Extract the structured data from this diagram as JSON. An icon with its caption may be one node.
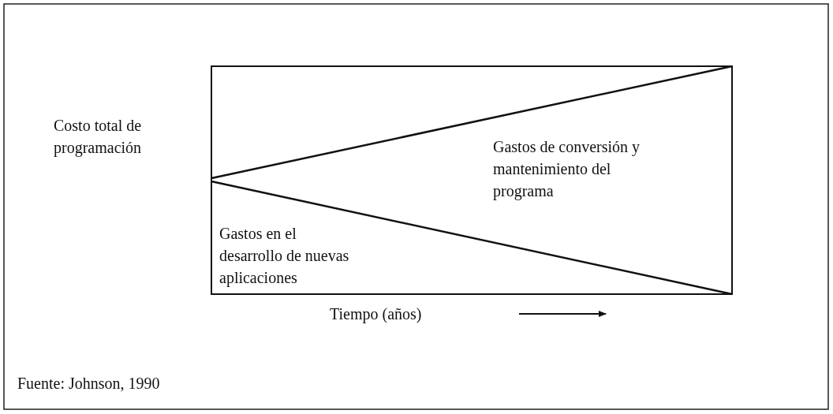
{
  "diagram": {
    "caption": "Fuente: Johnson, 1990",
    "labels": [
      "Costo total de programación",
      "Gastos de conversión y mantenimiento del programa",
      "Gastos en el desarrollo de nuevas aplicaciones",
      "Tiempo (años)"
    ]
  }
}
